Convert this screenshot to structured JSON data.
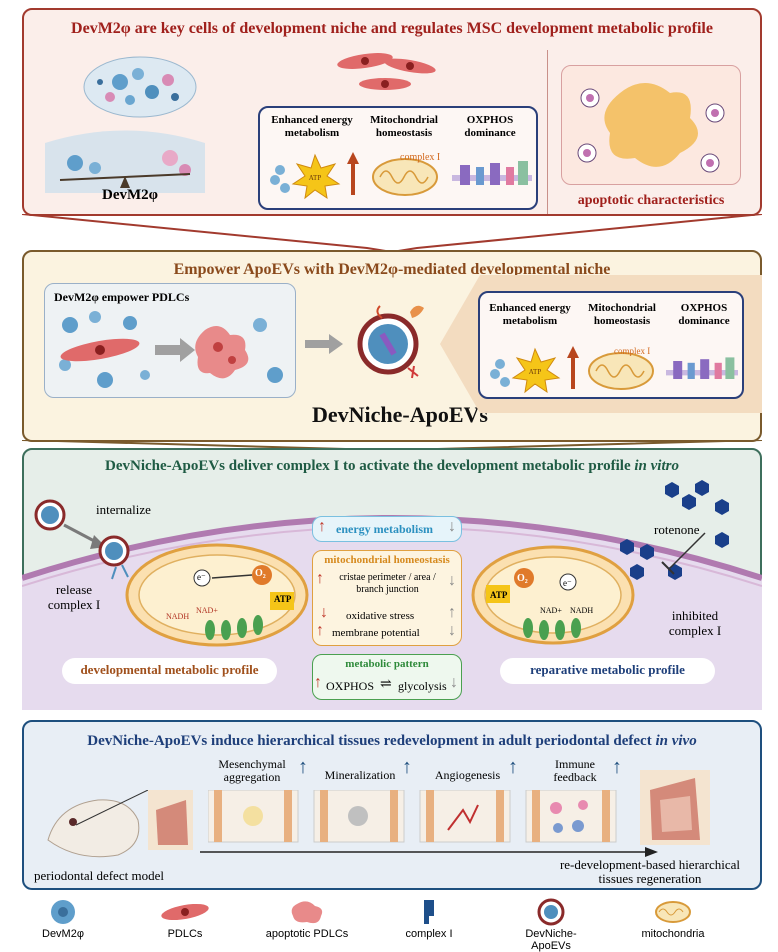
{
  "colors": {
    "panel1_border": "#a23a2e",
    "panel1_bg": "#fbeeea",
    "panel1_title": "#a0201c",
    "panel2_border": "#7a5a2c",
    "panel2_bg": "#fbf3e0",
    "panel2_title": "#8a4a1c",
    "panel3_border": "#3d6f5c",
    "panel3_bg": "#e6eee9",
    "panel3_title": "#1f5b44",
    "panel4_border": "#1e4f7e",
    "panel4_bg": "#e8eef5",
    "panel4_title": "#1e3f7a",
    "up_arrow": "#c0392b",
    "energy_blue": "#2b90c0",
    "mito_orange": "#d68a1e",
    "pattern_green": "#2e8a3a"
  },
  "panel1": {
    "title": "DevM2φ are key cells of  development niche and regulates MSC development metabolic profile",
    "cell_label": "DevM2φ",
    "features": {
      "energy": "Enhanced energy metabolism",
      "mito": "Mitochondrial homeostasis",
      "oxphos": "OXPHOS dominance",
      "complex": "complex I",
      "atp": "ATP"
    },
    "apoptotic": "apoptotic characteristics"
  },
  "panel2": {
    "title": "Empower ApoEVs with  DevM2φ-mediated developmental niche",
    "subbox_title": "DevM2φ empower PDLCs",
    "product": "DevNiche-ApoEVs",
    "features": {
      "energy": "Enhanced energy metabolism",
      "mito": "Mitochondrial homeostasis",
      "oxphos": "OXPHOS dominance",
      "complex": "complex I",
      "atp": "ATP"
    }
  },
  "panel3": {
    "title": "DevNiche-ApoEVs deliver complex I to activate the development metabolic profile",
    "title_italic": "in vitro",
    "internalize": "internalize",
    "release": "release complex I",
    "rotenone": "rotenone",
    "inhibited": "inhibited complex I",
    "energy_metabolism": "energy metabolism",
    "mito_homeostasis": "mitochondrial homeostasis",
    "cristae": "cristae perimeter / area / branch junction",
    "oxidative": "oxidative stress",
    "membrane": "membrane potential",
    "metabolic_pattern": "metabolic pattern",
    "oxphos": "OXPHOS",
    "glycolysis": "glycolysis",
    "dev_profile": "developmental metabolic profile",
    "rep_profile": "reparative metabolic profile",
    "nadh": "NADH",
    "nad": "NAD+",
    "o2": "O₂",
    "e": "e⁻",
    "atp": "ATP"
  },
  "panel4": {
    "title": "DevNiche-ApoEVs induce hierarchical tissues redevelopment in adult periodontal defect",
    "title_italic": "in vivo",
    "model": "periodontal defect model",
    "steps": [
      "Mesenchymal aggregation",
      "Mineralization",
      "Angiogenesis",
      "Immune feedback"
    ],
    "outcome": "re-development-based hierarchical tissues regeneration"
  },
  "legend": [
    "DevM2φ",
    "PDLCs",
    "apoptotic PDLCs",
    "complex I",
    "DevNiche-ApoEVs",
    "mitochondria"
  ]
}
